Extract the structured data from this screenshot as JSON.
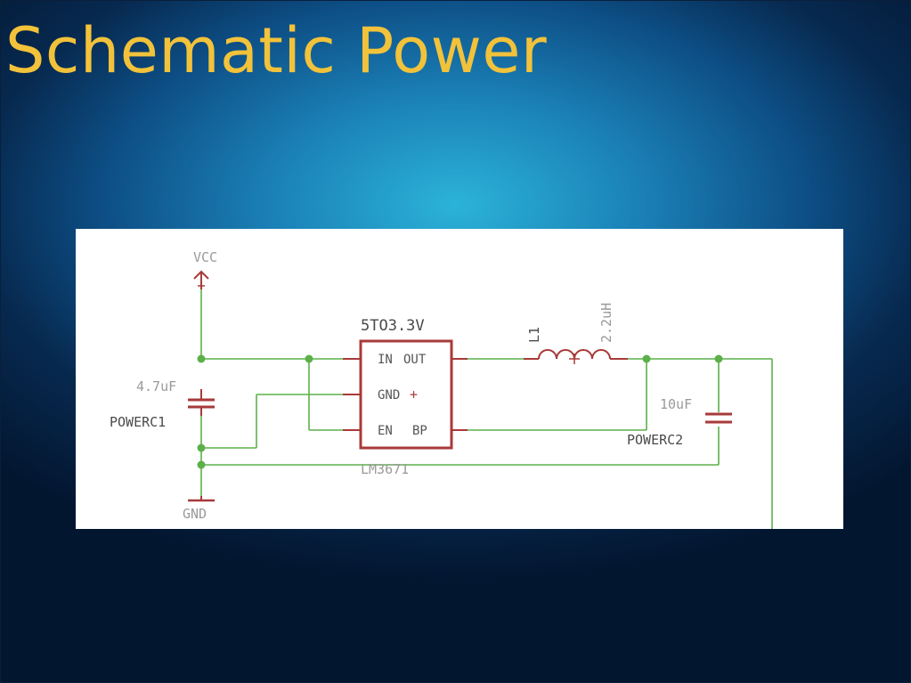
{
  "slide": {
    "title": "Schematic Power"
  },
  "schematic": {
    "supply_label": "VCC",
    "ground_label": "GND",
    "regulator": {
      "value": "5TO3.3V",
      "part": "LM3671",
      "pins": {
        "in": "IN",
        "out": "OUT",
        "gnd": "GND",
        "plus": "+",
        "en": "EN",
        "bp": "BP"
      }
    },
    "inductor": {
      "name": "L1",
      "value": "2.2uH"
    },
    "cap_in": {
      "name": "POWERC1",
      "value": "4.7uF"
    },
    "cap_out": {
      "name": "POWERC2",
      "value": "10uF"
    },
    "colors": {
      "wire": "#5cb04a",
      "component": "#a83a3a",
      "label_grey": "#9a9a9a",
      "label_dark": "#4a4a4a",
      "title": "#f2c23a"
    }
  }
}
